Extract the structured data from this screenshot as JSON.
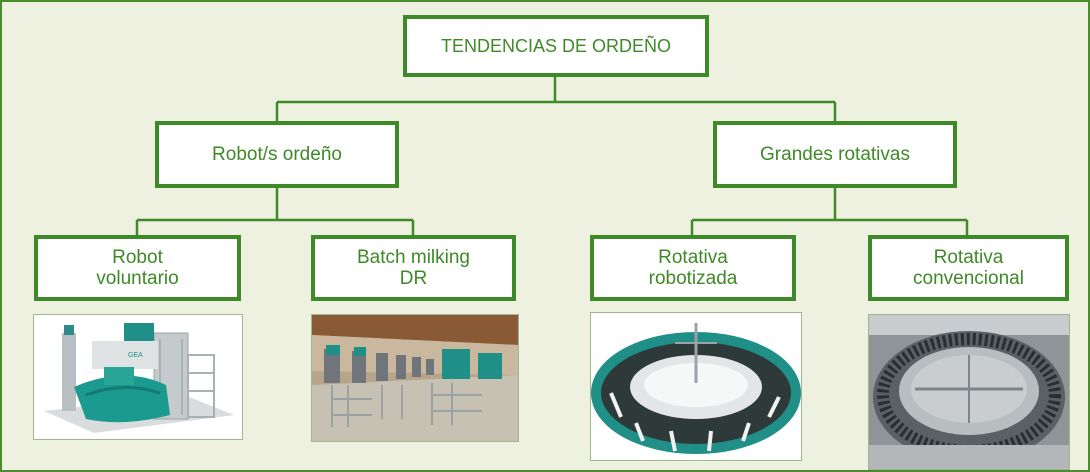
{
  "colors": {
    "accent": "#3f8a28",
    "background": "#eef1df",
    "box_fill": "#ffffff"
  },
  "root": {
    "label": "TENDENCIAS DE ORDEÑO"
  },
  "branches": [
    {
      "label": "Robot/s ordeño",
      "children": [
        {
          "label": "Robot\nvoluntario",
          "image": "robot-voluntario-photo"
        },
        {
          "label": "Batch milking\nDR",
          "image": "batch-milking-photo"
        }
      ]
    },
    {
      "label": "Grandes rotativas",
      "children": [
        {
          "label": "Rotativa\nrobotizada",
          "image": "rotativa-robotizada-photo"
        },
        {
          "label": "Rotativa\nconvencional",
          "image": "rotativa-convencional-photo"
        }
      ]
    }
  ]
}
